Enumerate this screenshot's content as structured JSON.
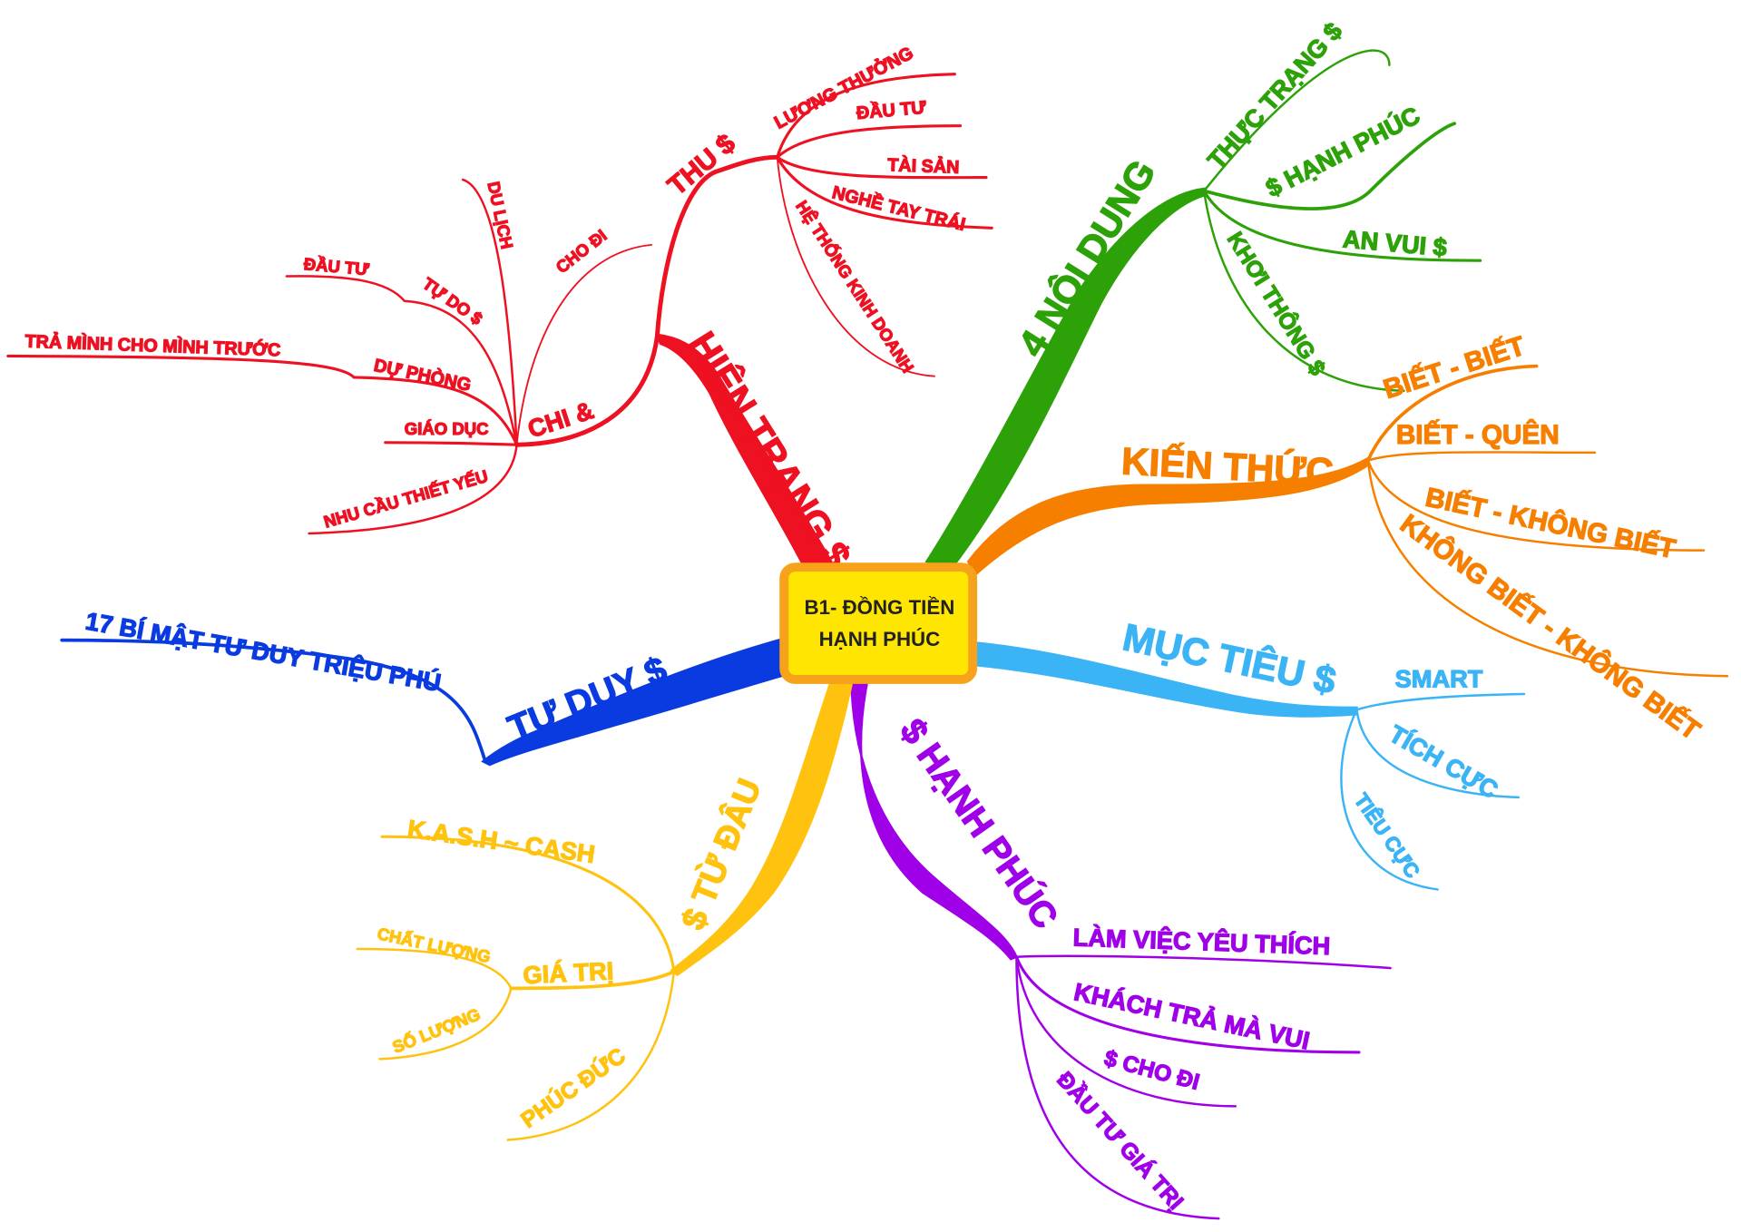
{
  "center": {
    "line1": "B1- ĐỒNG TIỀN",
    "line2": "HẠNH PHÚC"
  },
  "colors": {
    "red": "#EE1122",
    "green": "#2CA208",
    "orange": "#F77F00",
    "light_blue": "#3BB4F6",
    "purple": "#A000E8",
    "yellow": "#FFC20E",
    "blue": "#0A3BE0",
    "center_fill": "#FFE600",
    "center_border": "#F6A21B"
  },
  "hien_trang": {
    "label": "HIỆN TRẠNG $",
    "thu": {
      "label": "THU $",
      "items": [
        "LƯƠNG THƯỞNG",
        "ĐẦU TƯ",
        "TÀI SẢN",
        "NGHỀ TAY TRÁI",
        "HỆ THỐNG KINH DOANH"
      ]
    },
    "chi": {
      "label": "CHI &",
      "du_lich": "DU LỊCH",
      "cho_di": "CHO ĐI",
      "tu_do": "TỰ DO $",
      "dau_tu": "ĐẦU TƯ",
      "du_phong": "DỰ PHÒNG",
      "tra_minh": "TRẢ MÌNH CHO MÌNH TRƯỚC",
      "giao_duc": "GIÁO DỤC",
      "nhu_cau": "NHU CẦU THIẾT YẾU"
    }
  },
  "noi_dung": {
    "label": "4 NỘI DUNG",
    "items": [
      "THỰC TRẠNG $",
      "$ HẠNH PHÚC",
      "AN VUI $",
      "KHƠI THÔNG $"
    ]
  },
  "kien_thuc": {
    "label": "KIẾN THỨC",
    "items": [
      "BIẾT - BIẾT",
      "BIẾT - QUÊN",
      "BIẾT - KHÔNG BIẾT",
      "KHÔNG BIẾT - KHÔNG BIẾT"
    ]
  },
  "muc_tieu": {
    "label": "MỤC TIÊU $",
    "items": [
      "SMART",
      "TÍCH CỰC",
      "TIÊU CỰC"
    ]
  },
  "hanh_phuc": {
    "label": "$ HẠNH PHÚC",
    "items": [
      "LÀM VIỆC YÊU THÍCH",
      "KHÁCH TRẢ MÀ VUI",
      "$ CHO ĐI",
      "ĐẦU TƯ GIÁ TRỊ"
    ]
  },
  "tu_dau": {
    "label": "$ TỪ ĐÂU",
    "kash": "K.A.S.H ~ CASH",
    "gia_tri": "GIÁ TRỊ",
    "chat_luong": "CHẤT LƯỢNG",
    "so_luong": "SỐ LƯỢNG",
    "phuc_duc": "PHÚC ĐỨC"
  },
  "tu_duy": {
    "label": "TƯ DUY $",
    "item": "17 BÍ MẬT TƯ DUY TRIỆU PHÚ"
  }
}
